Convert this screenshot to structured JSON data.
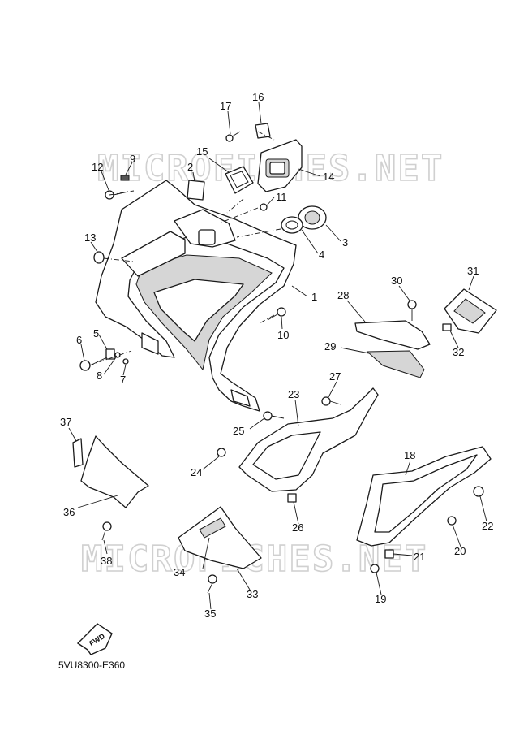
{
  "watermark": "MICROFICHES.NET",
  "diagram_code": "5VU8300-E360",
  "fwd_label": "FWD",
  "callouts": [
    "1",
    "2",
    "3",
    "4",
    "5",
    "6",
    "7",
    "8",
    "9",
    "10",
    "11",
    "12",
    "13",
    "14",
    "15",
    "16",
    "17",
    "18",
    "19",
    "20",
    "21",
    "22",
    "23",
    "24",
    "25",
    "26",
    "27",
    "28",
    "29",
    "30",
    "31",
    "32",
    "33",
    "34",
    "35",
    "36",
    "37",
    "38"
  ]
}
